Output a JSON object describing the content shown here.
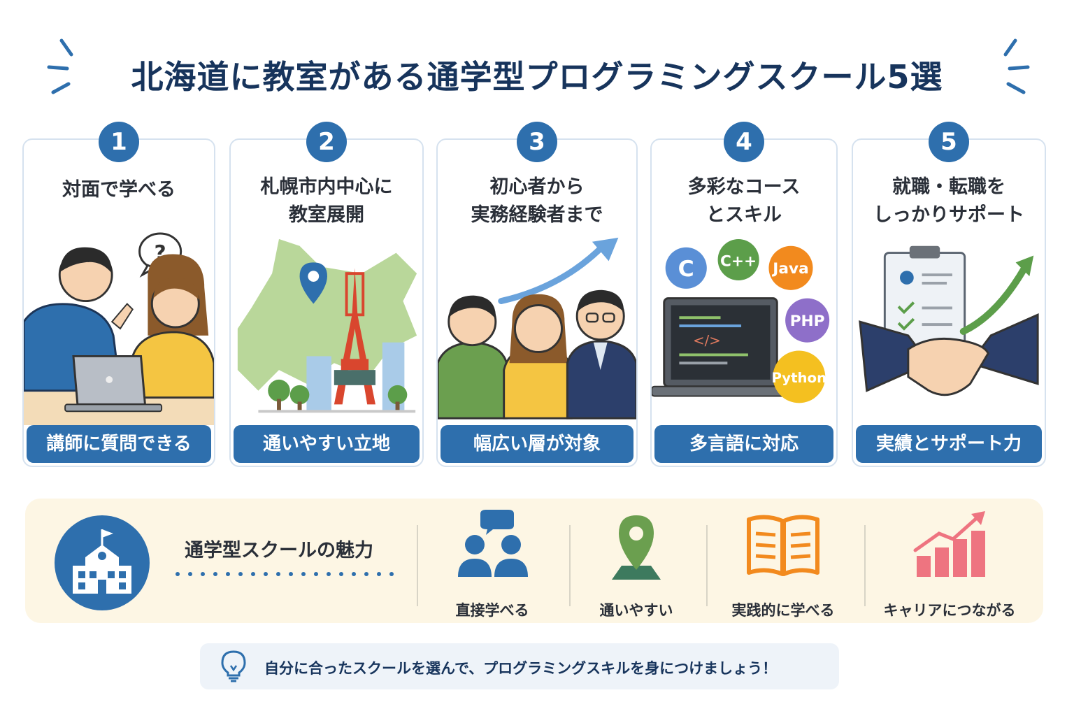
{
  "title": "北海道に教室がある通学型プログラミングスクール5選",
  "colors": {
    "primary": "#2e6fad",
    "title": "#17345c",
    "panel_bg": "#fdf6e4",
    "tip_bg": "#eef3f9"
  },
  "cards": [
    {
      "number": "1",
      "title_lines": [
        "対面で学べる"
      ],
      "pill": "講師に質問できる",
      "illustration": "teacher-student-laptop",
      "bubble": "?"
    },
    {
      "number": "2",
      "title_lines": [
        "札幌市内中心に",
        "教室展開"
      ],
      "pill": "通いやすい立地",
      "illustration": "hokkaido-map-tower"
    },
    {
      "number": "3",
      "title_lines": [
        "初心者から",
        "実務経験者まで"
      ],
      "pill": "幅広い層が対象",
      "illustration": "three-people-rising-arrow"
    },
    {
      "number": "4",
      "title_lines": [
        "多彩なコース",
        "とスキル"
      ],
      "pill": "多言語に対応",
      "illustration": "laptop-languages",
      "languages": [
        "C",
        "C++",
        "Java",
        "PHP",
        "Python"
      ],
      "code_glyph": "</>"
    },
    {
      "number": "5",
      "title_lines": [
        "就職・転職を",
        "しっかりサポート"
      ],
      "pill": "実績とサポート力",
      "illustration": "clipboard-handshake"
    }
  ],
  "panel": {
    "heading": "通学型スクールの魅力",
    "features": [
      {
        "label": "直接学べる",
        "icon": "people-chat-icon"
      },
      {
        "label": "通いやすい",
        "icon": "map-pin-icon"
      },
      {
        "label": "実践的に学べる",
        "icon": "open-book-icon"
      },
      {
        "label": "キャリアにつながる",
        "icon": "growth-chart-icon"
      }
    ]
  },
  "tip": "自分に合ったスクールを選んで、プログラミングスキルを身につけましょう！"
}
